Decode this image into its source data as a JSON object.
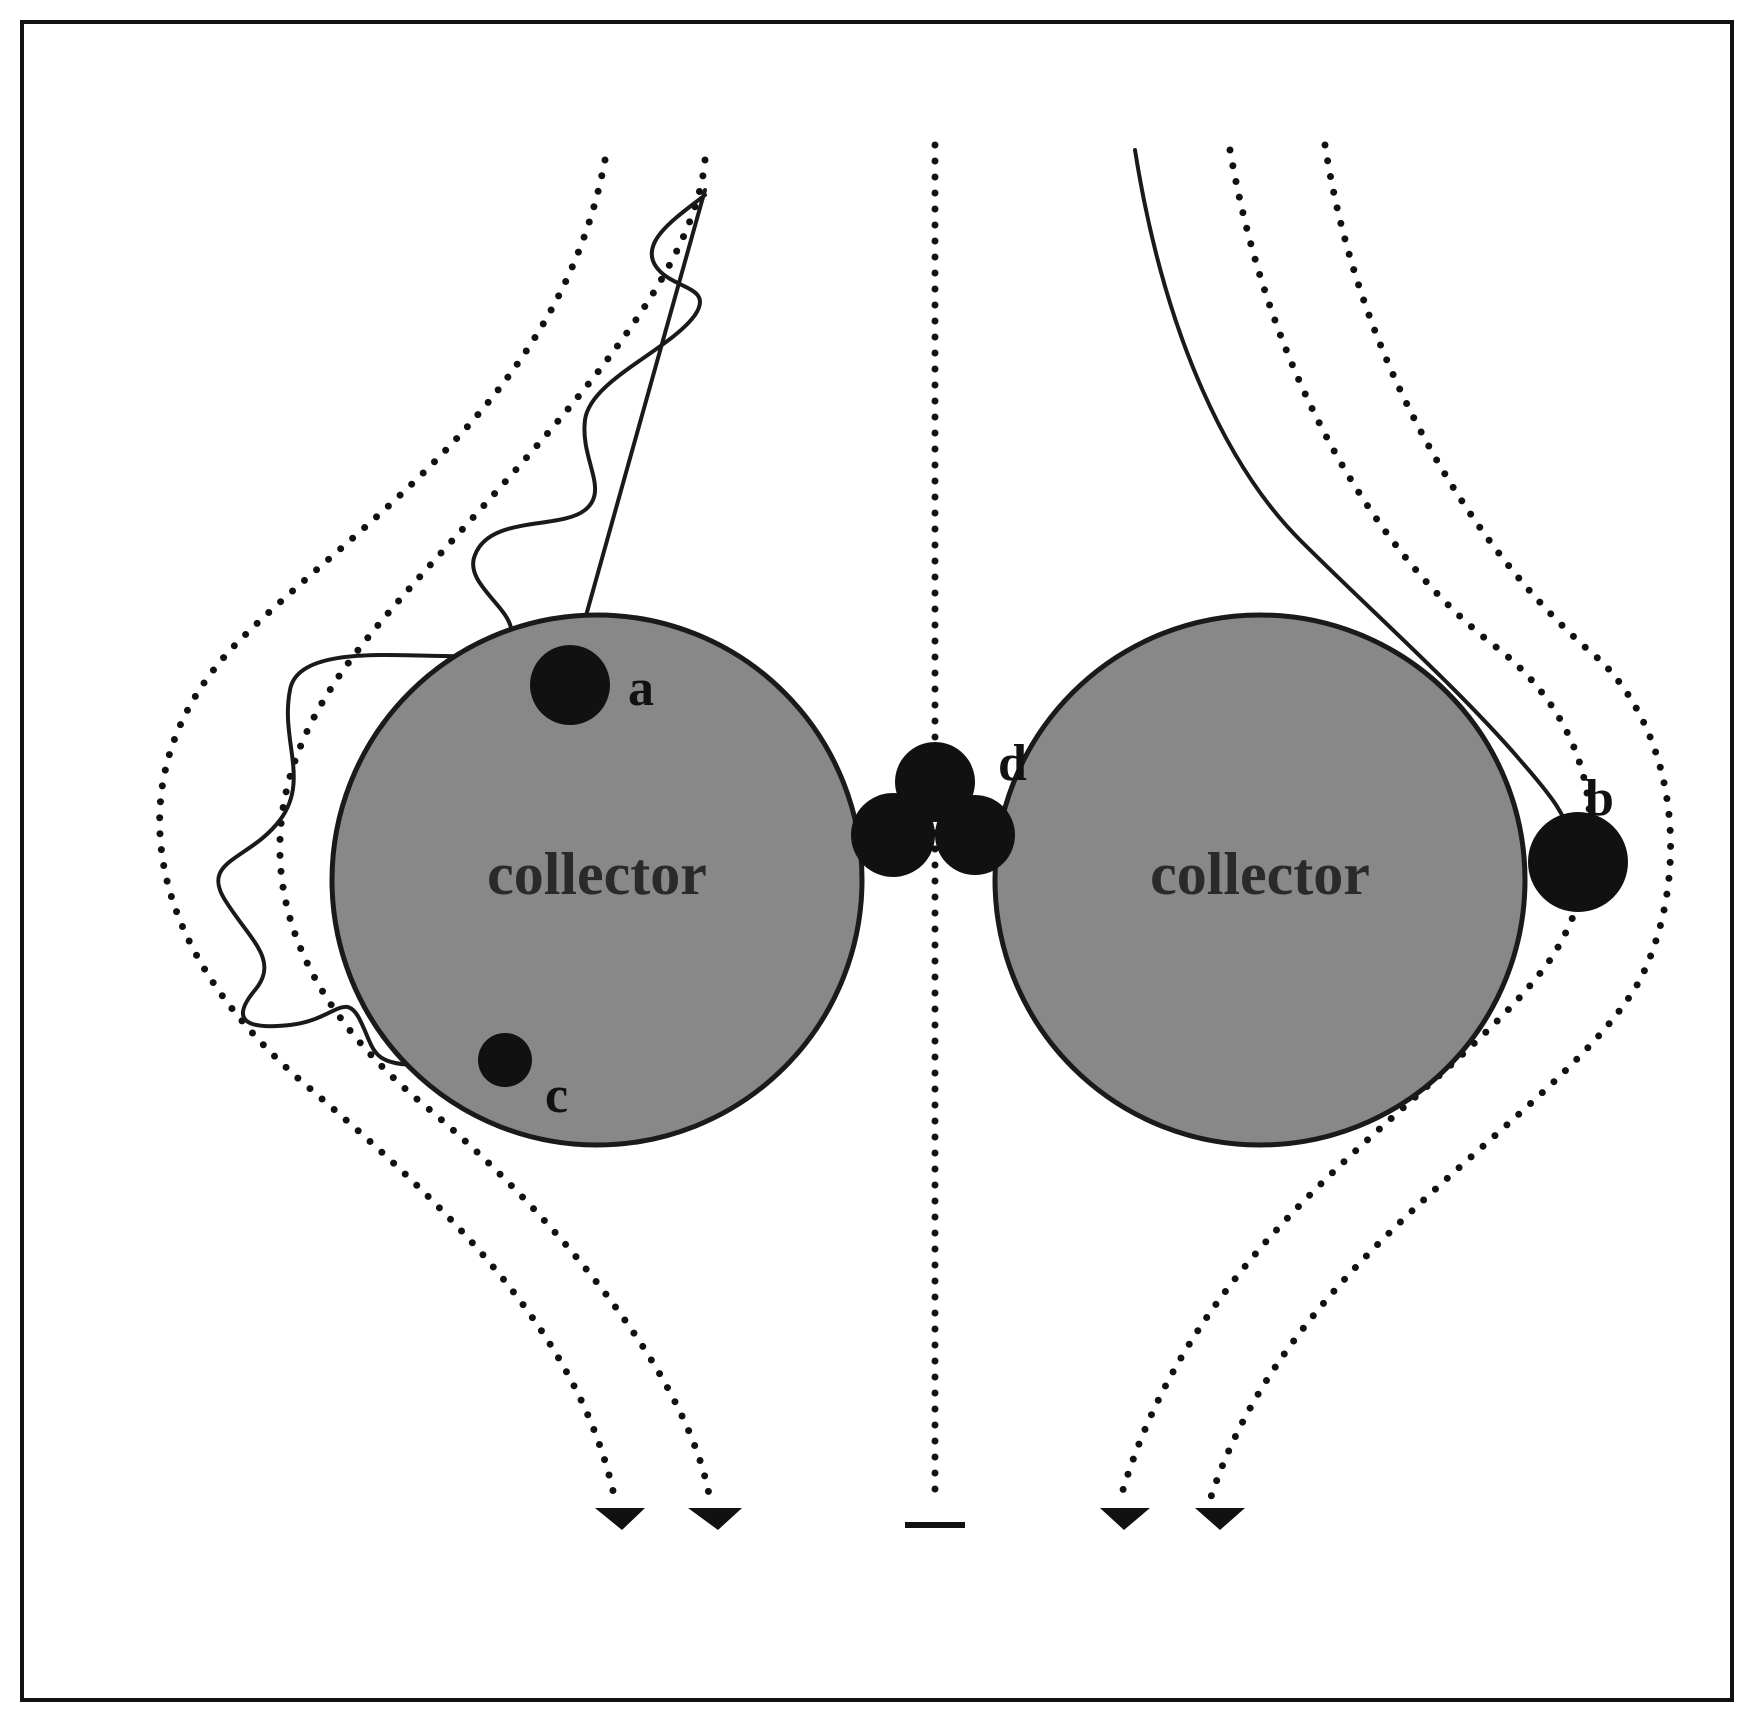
{
  "collectors": [
    {
      "label": "collector"
    },
    {
      "label": "collector"
    }
  ],
  "particle_labels": {
    "a": "a",
    "b": "b",
    "c": "c",
    "d": "d"
  },
  "mechanisms_note_colors": {
    "collector_fill": "#888888",
    "particle_fill": "#111111"
  }
}
